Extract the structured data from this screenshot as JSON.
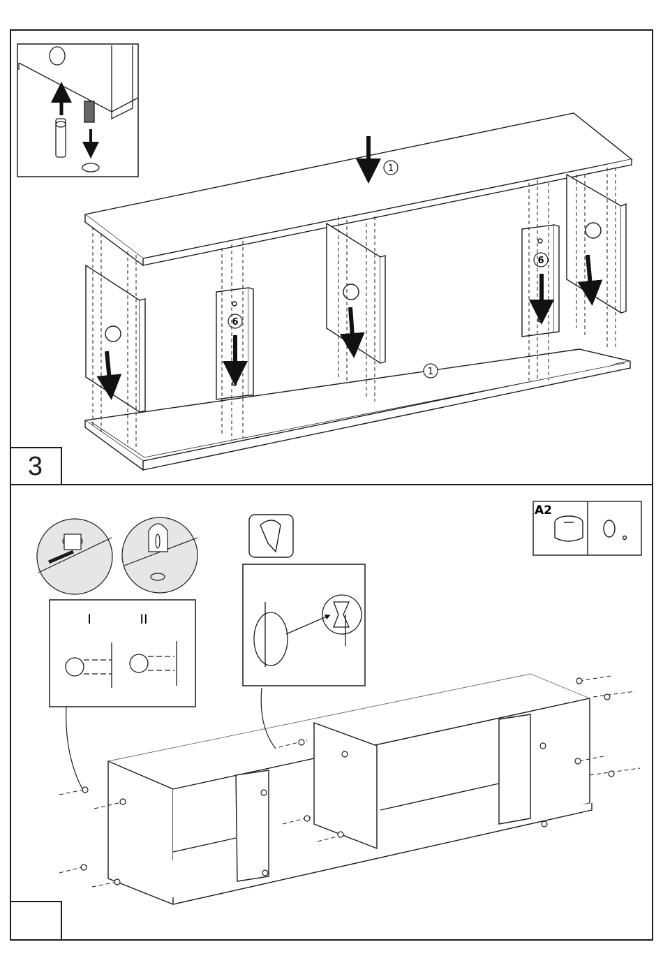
{
  "step_top": {
    "number": "3"
  },
  "step_bottom": {
    "number": ""
  },
  "callouts": {
    "top_panel": "1",
    "bottom_panel": "1",
    "divider_left": "6",
    "divider_right": "6"
  },
  "detail_labels": {
    "first": "I",
    "second": "II"
  },
  "hardware": {
    "code": "A2"
  },
  "colors": {
    "line": "#1a1a1a",
    "arrow": "#111111",
    "detail_fill": "#e6e6e6",
    "paper": "#ffffff"
  }
}
